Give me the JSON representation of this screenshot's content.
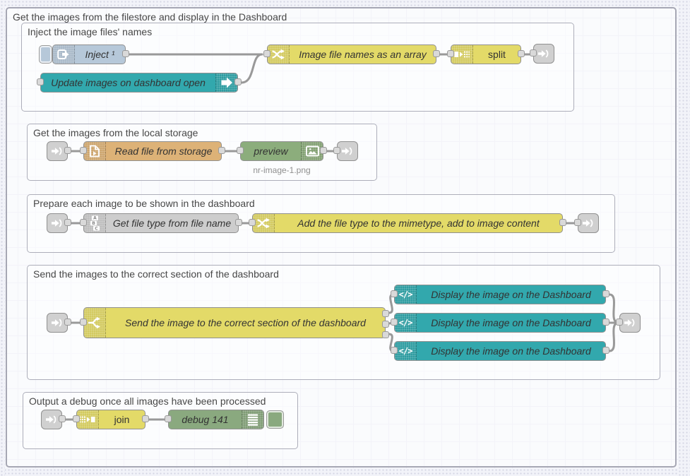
{
  "colors": {
    "canvas_bg": "#f6f7fb",
    "grid_line": "#e9eaf4",
    "wire": "#999999",
    "group_border": "#a6a7b4",
    "inject_blue": "#b6c8d9",
    "dashboard_teal": "#32a8ad",
    "function_yellow": "#e3da68",
    "file_orange": "#ddb277",
    "preview_green": "#8cad7c",
    "debug_green": "#8aa97f",
    "gray_node": "#cdcdcd",
    "link_gray": "#d0d0d0"
  },
  "outer_group": {
    "label": "Get the images from the filestore and display in the Dashboard"
  },
  "groups": {
    "inject": {
      "label": "Inject the image files' names"
    },
    "storage": {
      "label": "Get the images from the local storage"
    },
    "prepare": {
      "label": "Prepare each image to be shown in the dashboard"
    },
    "send": {
      "label": "Send the images to the correct section of the dashboard"
    },
    "output": {
      "label": "Output a debug once all images have been processed"
    }
  },
  "nodes": {
    "inject": {
      "label": "Inject ¹",
      "icon": "inject-arrow-icon"
    },
    "update": {
      "label": "Update images on dashboard open",
      "icon": "wide-arrow-icon"
    },
    "filenames": {
      "label": "Image file names as an array",
      "icon": "shuffle-icon"
    },
    "split": {
      "label": "split",
      "icon": "split-icon"
    },
    "readfile": {
      "label": "Read file from storage",
      "icon": "file-icon"
    },
    "preview": {
      "label": "preview",
      "icon": "image-icon",
      "status": "nr-image-1.png"
    },
    "getfiletype": {
      "label": "Get file type from file name",
      "icon": "abc-icon"
    },
    "addfiletype": {
      "label": "Add the file type to the mimetype, add to image content",
      "icon": "shuffle-icon"
    },
    "switch": {
      "label": "Send the image to the correct section of the dashboard",
      "icon": "fork-icon"
    },
    "displays": [
      {
        "label": "Display the image on the Dashboard",
        "icon": "code-icon"
      },
      {
        "label": "Display the image on the Dashboard",
        "icon": "code-icon"
      },
      {
        "label": "Display the image on the Dashboard",
        "icon": "code-icon"
      }
    ],
    "join": {
      "label": "join",
      "icon": "join-icon"
    },
    "debug": {
      "label": "debug 141",
      "icon": "debug-list-icon"
    }
  }
}
